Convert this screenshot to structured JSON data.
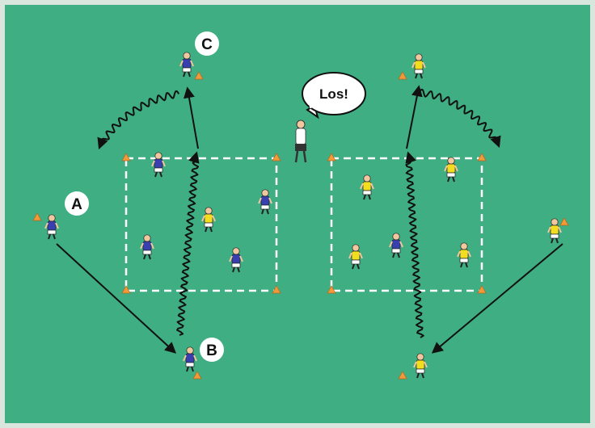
{
  "pitch": {
    "color": "#3fae83",
    "border_color": "#d8e6de"
  },
  "team_colors": {
    "blue": "#3a3fb0",
    "yellow": "#f3dd21",
    "shorts": "#ffffff",
    "skin": "#f1c7a0"
  },
  "cone_color": "#f29a3a",
  "coach": {
    "call": "Los!"
  },
  "labels": {
    "a": "A",
    "b": "B",
    "c": "C"
  }
}
